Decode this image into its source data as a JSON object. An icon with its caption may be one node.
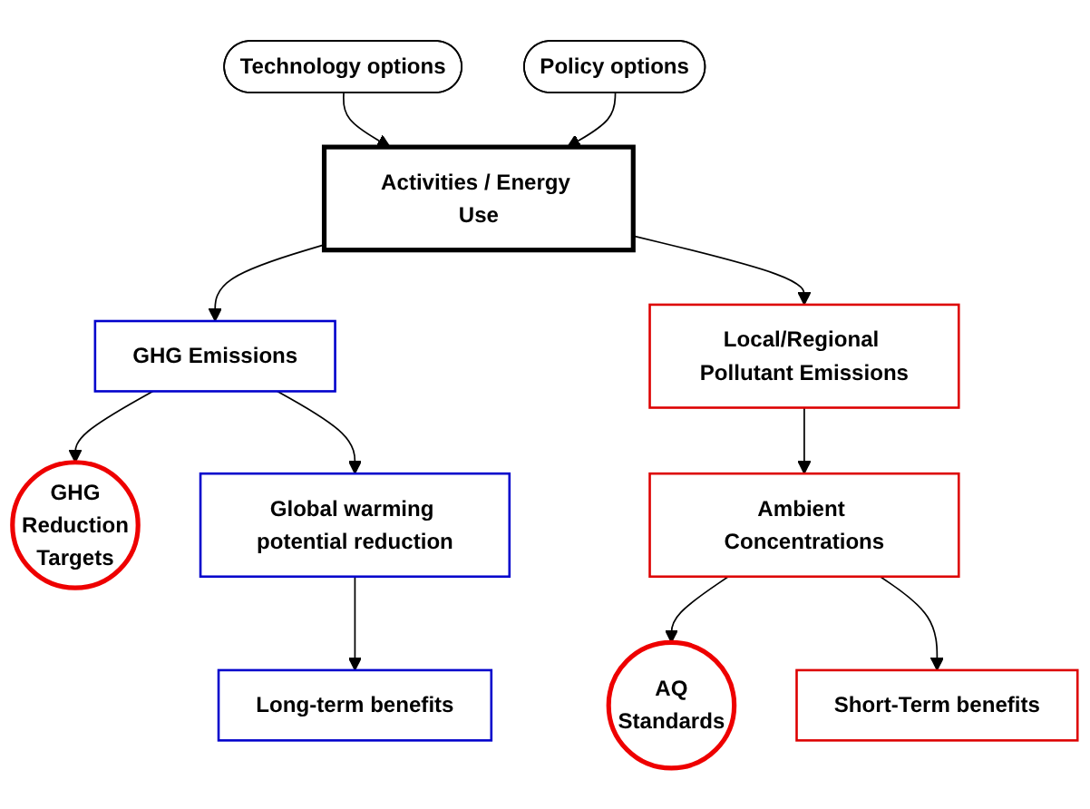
{
  "diagram": {
    "nodes": [
      {
        "text": [
          "Technology options"
        ]
      },
      {
        "text": [
          "Policy options"
        ]
      },
      {
        "text": [
          "Activities / Energy Use"
        ]
      },
      {
        "text": [
          "GHG Reduction Targets"
        ]
      },
      {
        "text": [
          "GHG Emissions"
        ]
      },
      {
        "text": [
          "Local/Regional Pollutant Emissions"
        ]
      },
      {
        "text": [
          "Global warming potential reduction"
        ]
      },
      {
        "text": [
          "Ambient Concentrations"
        ]
      },
      {
        "text": [
          "AQ Standards"
        ]
      },
      {
        "text": [
          "Long-term benefits"
        ]
      },
      {
        "text": [
          "Short-Term benefits"
        ]
      }
    ],
    "edges": [
      {
        "from": 0,
        "to": 2,
        "arrow": "to"
      },
      {
        "from": 1,
        "to": 2,
        "arrow": "to"
      },
      {
        "from": 2,
        "to": 4,
        "arrow": "to"
      },
      {
        "from": 2,
        "to": 5,
        "arrow": "to"
      },
      {
        "from": 4,
        "to": 3,
        "arrow": "to"
      },
      {
        "from": 4,
        "to": 6,
        "arrow": "to"
      },
      {
        "from": 6,
        "to": 9,
        "arrow": "to"
      },
      {
        "from": 5,
        "to": 7,
        "arrow": "to"
      },
      {
        "from": 7,
        "to": 8,
        "arrow": "to"
      },
      {
        "from": 7,
        "to": 10,
        "arrow": "to"
      }
    ]
  }
}
